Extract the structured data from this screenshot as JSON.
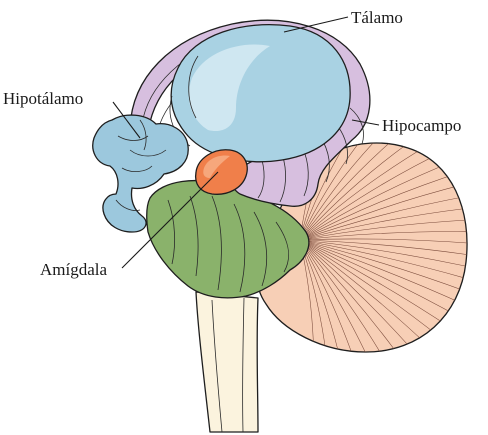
{
  "labels": {
    "talamo": "Tálamo",
    "hipocampo": "Hipocampo",
    "hipotalamo": "Hipotálamo",
    "amigdala": "Amígdala"
  },
  "colors": {
    "thalamus": "#a9d2e3",
    "thalamus_highlight": "#cfe7f1",
    "hypothalamus": "#9cc8dd",
    "fornix_hippocampus": "#d7bfdf",
    "amygdala": "#f07f4a",
    "brainstem_top": "#8ab26b",
    "cerebellum": "#f7cfb6",
    "spinal_cord": "#fbf3de"
  }
}
